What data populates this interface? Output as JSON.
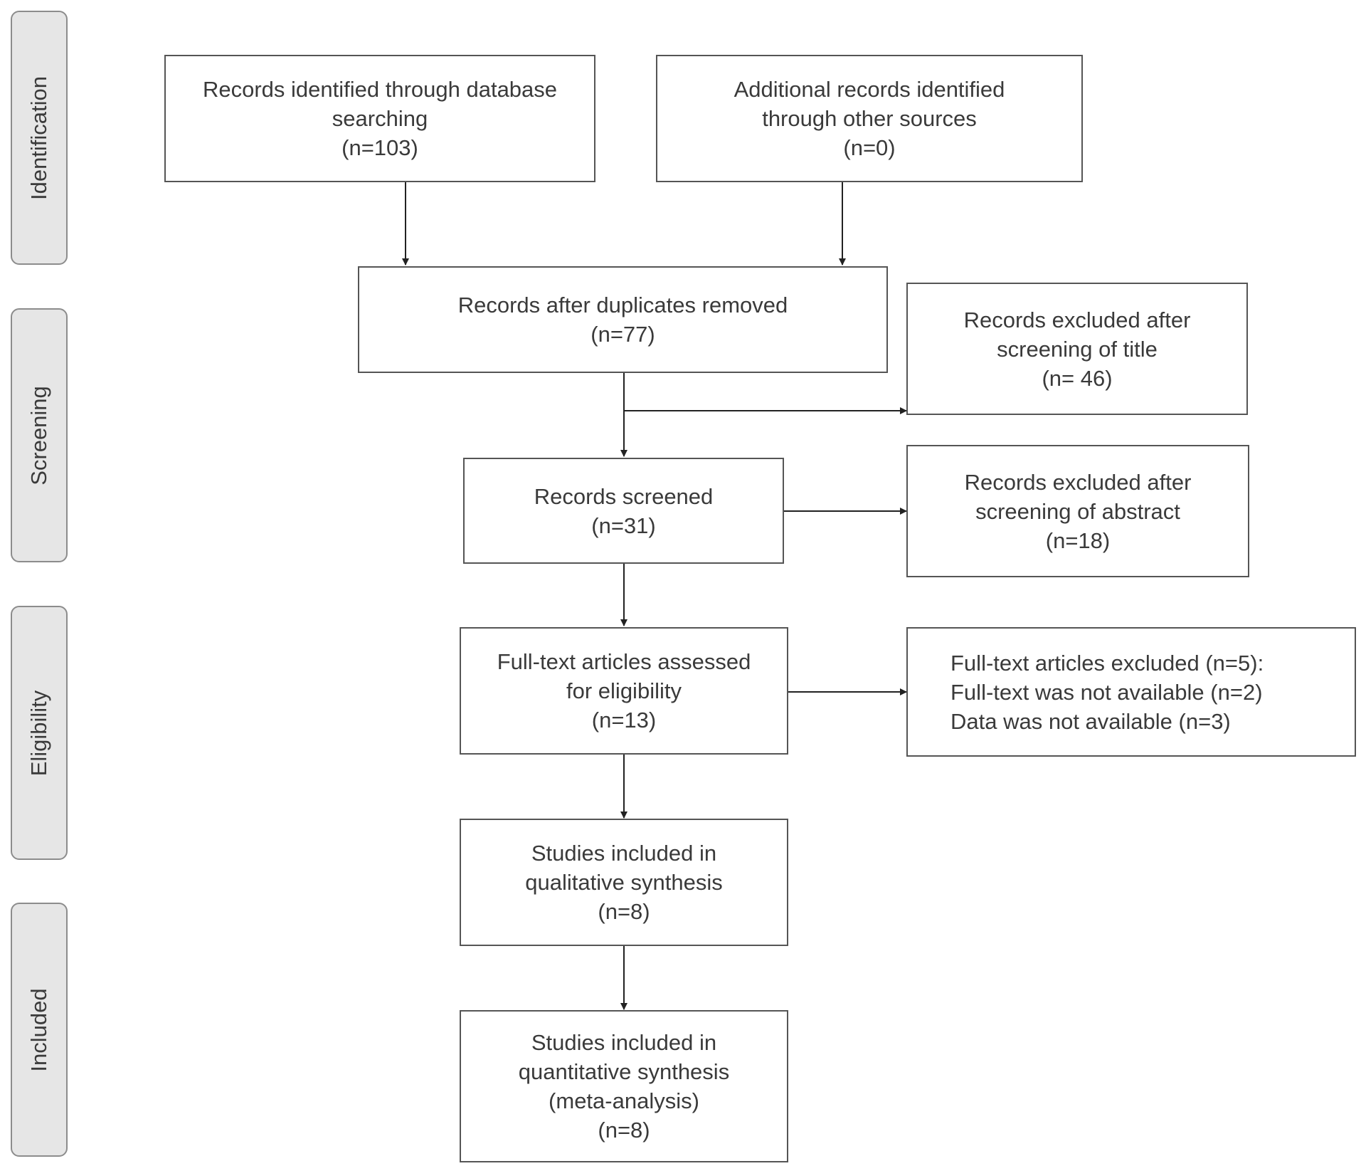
{
  "stages": {
    "identification": "Identification",
    "screening": "Screening",
    "eligibility": "Eligibility",
    "included": "Included"
  },
  "boxes": {
    "database_search": [
      "Records identified through database",
      "searching",
      "(n=103)"
    ],
    "other_sources": [
      "Additional records identified",
      "through other sources",
      "(n=0)"
    ],
    "duplicates_removed": [
      "Records after duplicates removed",
      "(n=77)"
    ],
    "excluded_title": [
      "Records excluded after",
      "screening of title",
      "(n= 46)"
    ],
    "records_screened": [
      "Records screened",
      "(n=31)"
    ],
    "excluded_abstract": [
      "Records excluded after",
      "screening of abstract",
      "(n=18)"
    ],
    "fulltext_assessed": [
      "Full-text articles assessed",
      "for eligibility",
      "(n=13)"
    ],
    "fulltext_excluded": [
      "Full-text articles excluded (n=5):",
      "Full-text was not available (n=2)",
      "Data was not available (n=3)"
    ],
    "qualitative": [
      "Studies included in",
      "qualitative synthesis",
      "(n=8)"
    ],
    "quantitative": [
      "Studies included in",
      "quantitative synthesis",
      "(meta-analysis)",
      "(n=8)"
    ]
  }
}
